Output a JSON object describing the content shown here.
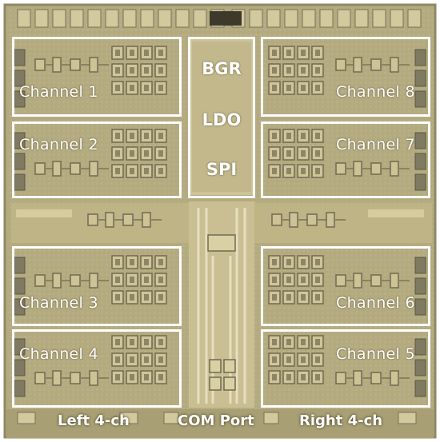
{
  "channels": {
    "ch1": "Channel 1",
    "ch2": "Channel 2",
    "ch3": "Channel 3",
    "ch4": "Channel 4",
    "ch5": "Channel 5",
    "ch6": "Channel 6",
    "ch7": "Channel 7",
    "ch8": "Channel 8"
  },
  "center_blocks": {
    "bgr": "BGR",
    "ldo": "LDO",
    "spi": "SPI"
  },
  "footer": {
    "left": "Left 4-ch",
    "com": "COM Port",
    "right": "Right 4-ch"
  },
  "colors": {
    "die": "#b7ad82",
    "metal": "#d8cfa4",
    "pad": "#7d7860",
    "outline": "#ffffff"
  }
}
